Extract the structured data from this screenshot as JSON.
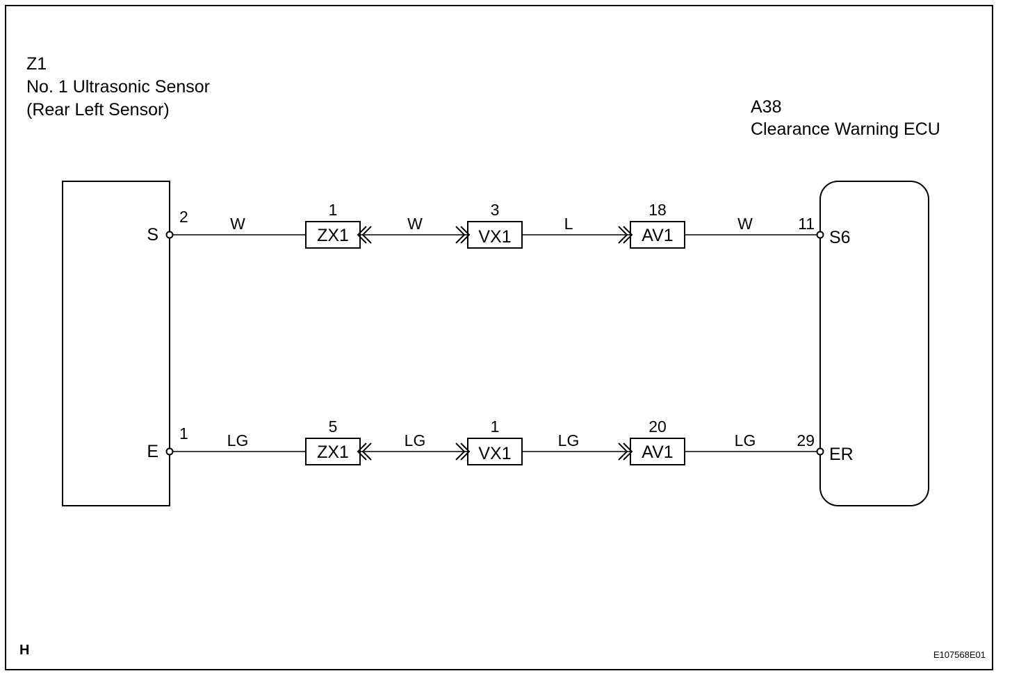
{
  "left_component": {
    "code": "Z1",
    "name": "No. 1 Ultrasonic Sensor",
    "desc": "(Rear Left Sensor)"
  },
  "right_component": {
    "code": "A38",
    "name": "Clearance Warning ECU"
  },
  "circuits": [
    {
      "left_terminal": "S",
      "left_pin": "2",
      "wire1": "W",
      "c1_name": "ZX1",
      "c1_pin": "1",
      "wire2": "W",
      "c2_name": "VX1",
      "c2_pin": "3",
      "wire3": "L",
      "c3_name": "AV1",
      "c3_pin": "18",
      "wire4": "W",
      "right_pin": "11",
      "right_terminal": "S6"
    },
    {
      "left_terminal": "E",
      "left_pin": "1",
      "wire1": "LG",
      "c1_name": "ZX1",
      "c1_pin": "5",
      "wire2": "LG",
      "c2_name": "VX1",
      "c2_pin": "1",
      "wire3": "LG",
      "c3_name": "AV1",
      "c3_pin": "20",
      "wire4": "LG",
      "right_pin": "29",
      "right_terminal": "ER"
    }
  ],
  "footer": {
    "section_letter": "H",
    "figure_id": "E107568E01"
  }
}
